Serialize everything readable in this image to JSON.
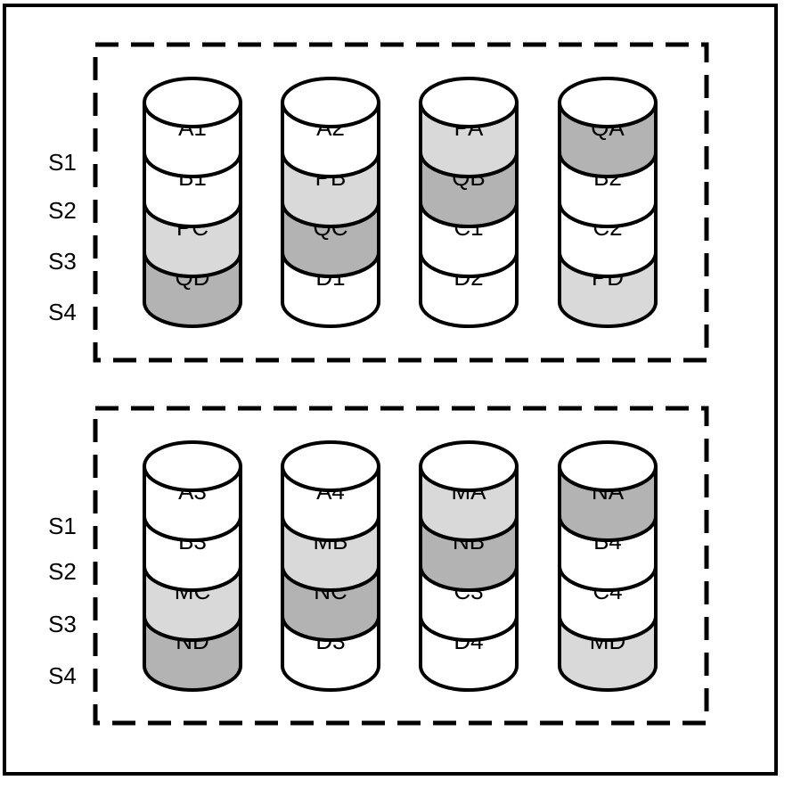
{
  "colors": {
    "white": "#ffffff",
    "light": "#d9d9d9",
    "dark": "#b3b3b3",
    "stroke": "#000000"
  },
  "groups": [
    {
      "stripe_labels": [
        "S1",
        "S2",
        "S3",
        "S4"
      ],
      "disks": [
        [
          [
            "A1",
            "white"
          ],
          [
            "B1",
            "white"
          ],
          [
            "PC",
            "light"
          ],
          [
            "QD",
            "dark"
          ]
        ],
        [
          [
            "A2",
            "white"
          ],
          [
            "PB",
            "light"
          ],
          [
            "QC",
            "dark"
          ],
          [
            "D1",
            "white"
          ]
        ],
        [
          [
            "PA",
            "light"
          ],
          [
            "QB",
            "dark"
          ],
          [
            "C1",
            "white"
          ],
          [
            "D2",
            "white"
          ]
        ],
        [
          [
            "QA",
            "dark"
          ],
          [
            "B2",
            "white"
          ],
          [
            "C2",
            "white"
          ],
          [
            "PD",
            "light"
          ]
        ]
      ]
    },
    {
      "stripe_labels": [
        "S1",
        "S2",
        "S3",
        "S4"
      ],
      "disks": [
        [
          [
            "A3",
            "white"
          ],
          [
            "B3",
            "white"
          ],
          [
            "MC",
            "light"
          ],
          [
            "ND",
            "dark"
          ]
        ],
        [
          [
            "A4",
            "white"
          ],
          [
            "MB",
            "light"
          ],
          [
            "NC",
            "dark"
          ],
          [
            "D3",
            "white"
          ]
        ],
        [
          [
            "MA",
            "light"
          ],
          [
            "NB",
            "dark"
          ],
          [
            "C3",
            "white"
          ],
          [
            "D4",
            "white"
          ]
        ],
        [
          [
            "NA",
            "dark"
          ],
          [
            "B4",
            "white"
          ],
          [
            "C4",
            "white"
          ],
          [
            "MD",
            "light"
          ]
        ]
      ]
    }
  ]
}
